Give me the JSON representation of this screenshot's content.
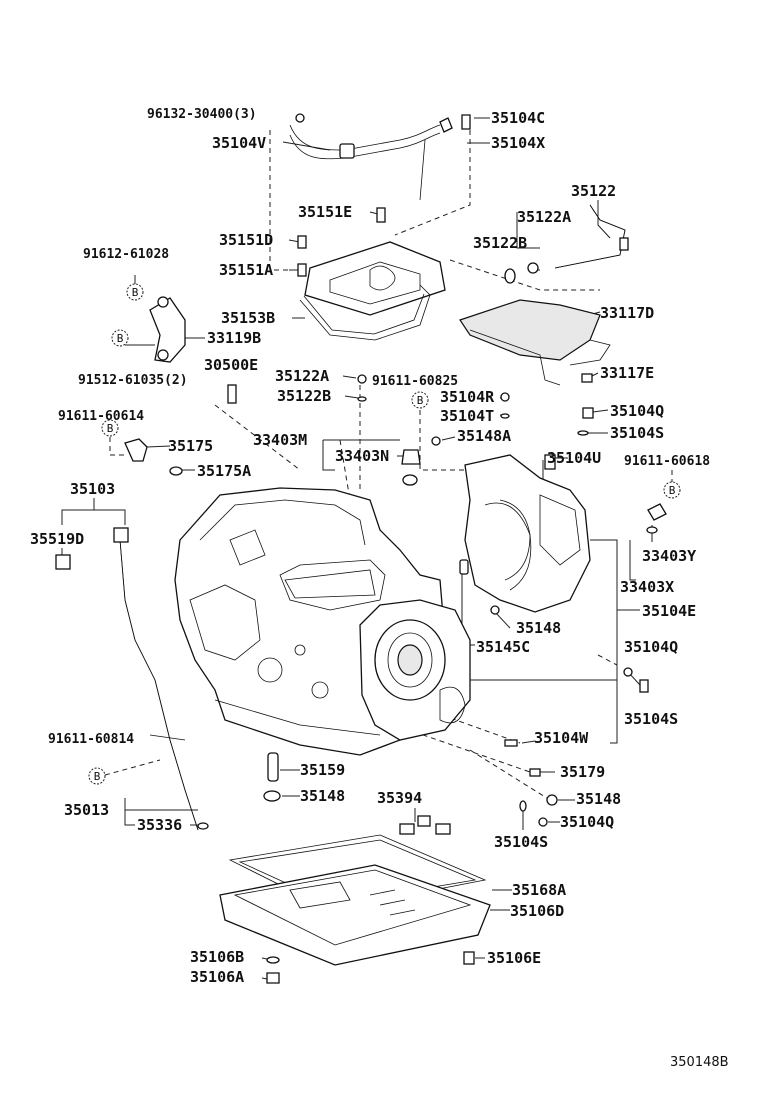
{
  "bolt_symbol": "B",
  "diagram_id": "350148B",
  "labels": {
    "p96132_30400": "96132-30400(3)",
    "p35104V": "35104V",
    "p35104C": "35104C",
    "p35104X": "35104X",
    "p35151E": "35151E",
    "p35122": "35122",
    "p35122A_top": "35122A",
    "p35151D": "35151D",
    "p35122B_top": "35122B",
    "p91612_61028": "91612-61028",
    "p35151A": "35151A",
    "p33117D": "33117D",
    "p35153B": "35153B",
    "p33119B": "33119B",
    "p30500E": "30500E",
    "p91512_61035": "91512-61035(2)",
    "p35122A_mid": "35122A",
    "p91611_60825": "91611-60825",
    "p33117E": "33117E",
    "p35122B_mid": "35122B",
    "p35104R": "35104R",
    "p91611_60614": "91611-60614",
    "p35104T": "35104T",
    "p35104Q_a": "35104Q",
    "p33403M": "33403M",
    "p35148A": "35148A",
    "p35104S_a": "35104S",
    "p35175": "35175",
    "p33403N": "33403N",
    "p35104U": "35104U",
    "p91611_60618": "91611-60618",
    "p35175A": "35175A",
    "p35103": "35103",
    "p35519D": "35519D",
    "p33403Y": "33403Y",
    "p33403X": "33403X",
    "p35104E": "35104E",
    "p35148_a": "35148",
    "p35145C": "35145C",
    "p35104Q_b": "35104Q",
    "p35104S_b": "35104S",
    "p91611_60814": "91611-60814",
    "p35104W": "35104W",
    "p35159": "35159",
    "p35179": "35179",
    "p35148_b": "35148",
    "p35394": "35394",
    "p35148_c": "35148",
    "p35013": "35013",
    "p35104Q_c": "35104Q",
    "p35336": "35336",
    "p35104S_c": "35104S",
    "p35168A": "35168A",
    "p35106D": "35106D",
    "p35106B": "35106B",
    "p35106E": "35106E",
    "p35106A": "35106A"
  }
}
